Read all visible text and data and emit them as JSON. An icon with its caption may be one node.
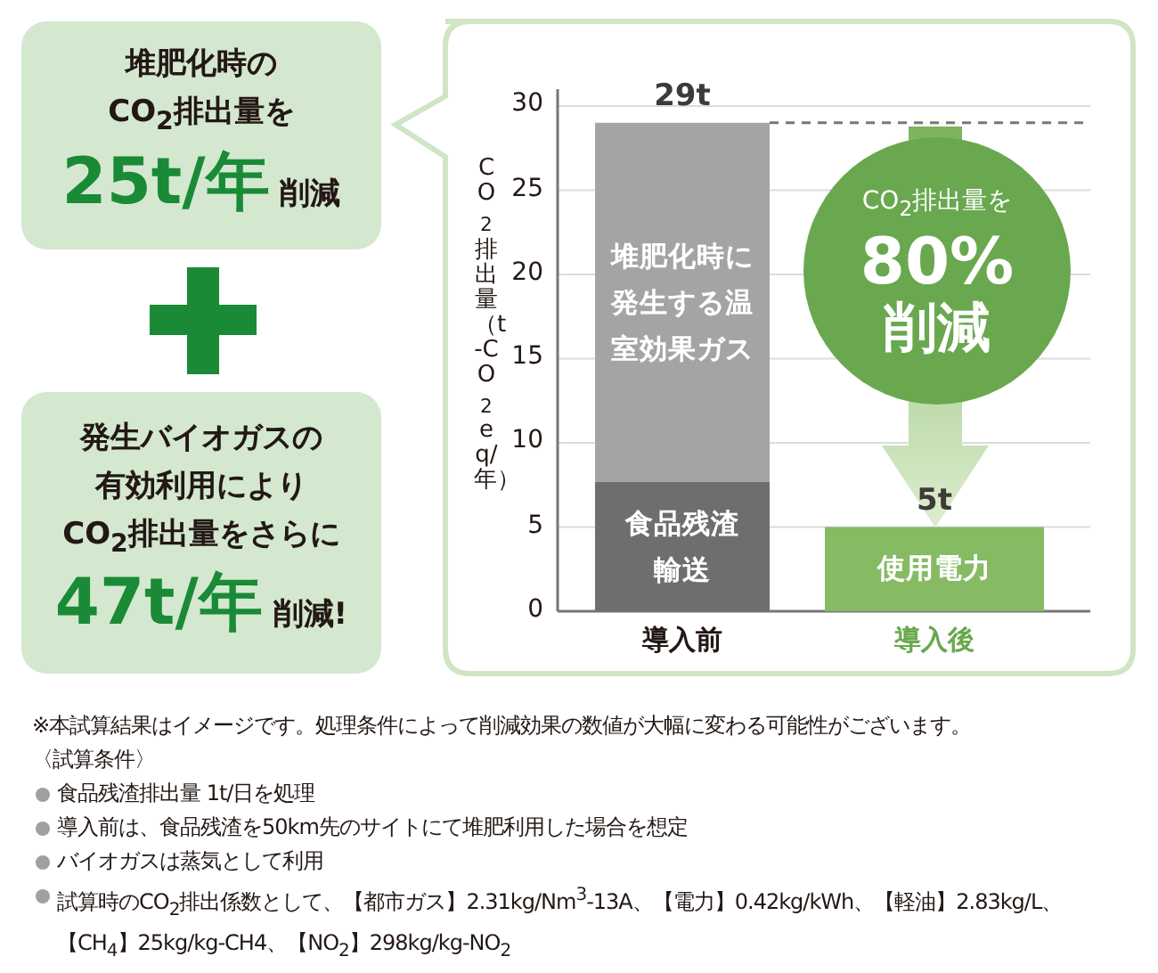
{
  "diagram": {
    "nodes": [
      {
        "text": [
          "堆肥化時のCO$_{2}$排出量を",
          "**25t/年** 削減"
        ]
      },
      {
        "text": [
          "発生バイオガスの有効利用によりCO$_{2}$排出量をさらに",
          "**47t/年** 削減!"
        ]
      },
      {
        "text": [
          "CO$_{2}$排出量を",
          "80%",
          "削減"
        ]
      }
    ],
    "labels": [
      "※本試算結果はイメージです。処理条件によって削減効果の数値が大幅に変わる可能性がございます。",
      "〈試算条件〉",
      "食品残渣排出量 1t/日を処理",
      "導入前は、食品残渣を50km先のサイトにて堆肥利用した場合を想定",
      "バイオガスは蒸気として利用",
      "試算時のCO$_{2}$排出係数として、【都市ガス】2.31kg/Nm$^{3}$-13A、【電力】0.42kg/kWh、【軽油】2.83kg/L、【CH$_{4}$】25kg/kg-CH4、【NO$_{2}$】298kg/kg-NO$_{2}$"
    ],
    "chart_data": {
      "type": "bar",
      "stacked": true,
      "orientation": "vertical",
      "ylabel": "CO$_{2}$排出量（t-CO$_{2}$eq/年）",
      "categories": [
        "導入前",
        "導入後"
      ],
      "series": [
        {
          "name": "食品残渣輸送",
          "color": "#6e6e6e",
          "values": [
            7.7,
            null
          ]
        },
        {
          "name": "堆肥化時に発生する温室効果ガス",
          "color": "#a3a4a4",
          "values": [
            21.3,
            null
          ]
        },
        {
          "name": "使用電力",
          "color": "#86bb63",
          "values": [
            null,
            5
          ]
        }
      ],
      "ylim": [
        0,
        31
      ],
      "yticks": [
        0,
        5,
        10,
        15,
        20,
        25,
        30
      ],
      "grid": true,
      "ref_lines": [
        {
          "axis": "y",
          "value": 29
        }
      ],
      "annotations": [
        {
          "text": "29t",
          "x": "導入前",
          "y": 29
        },
        {
          "text": "5t",
          "x": "導入後",
          "y": 5
        }
      ]
    }
  }
}
